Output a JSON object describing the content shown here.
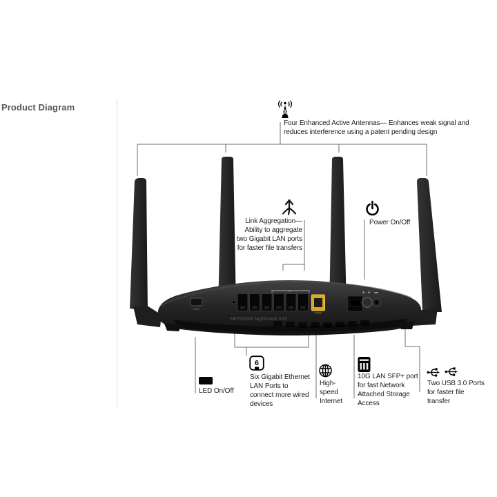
{
  "page": {
    "title": "Product Diagram"
  },
  "diagram": {
    "device_label": "NETGEAR Nighthawk X10",
    "callouts": {
      "antennas": {
        "icon": "antenna-tower-icon",
        "lines": [
          "Four Enhanced Active Antennas— Enhances weak signal and",
          "reduces interference using a patent pending design"
        ]
      },
      "link_aggregation": {
        "icon": "link-aggregation-icon",
        "lines": [
          "Link Aggregation—",
          "Ability to aggregate",
          "two Gigabit LAN ports",
          "for faster file transfers"
        ]
      },
      "power": {
        "icon": "power-icon",
        "label": "Power On/Off"
      },
      "led": {
        "icon": "led-indicator-icon",
        "label": "LED On/Off"
      },
      "lan_ports": {
        "icon": "six-port-icon",
        "port_count": "6",
        "lines": [
          "Six Gigabit Ethernet",
          "LAN Ports to",
          "connect more wired",
          "devices"
        ]
      },
      "internet": {
        "icon": "globe-icon",
        "lines": [
          "High-",
          "speed",
          "Internet"
        ]
      },
      "sfp": {
        "icon": "nas-storage-icon",
        "lines": [
          "10G LAN SFP+ port",
          "for fast Network",
          "Attached Storage",
          "Access"
        ]
      },
      "usb": {
        "icon": "usb-icon",
        "lines": [
          "Two USB 3.0 Ports",
          "for faster file",
          "transfer"
        ]
      }
    }
  },
  "colors": {
    "callout_line": "#6e6e6e",
    "text": "#1c1c1c",
    "divider": "#d9d9d9",
    "router_body": "#1c1c1c",
    "wan_port_yellow": "#d9a821"
  }
}
